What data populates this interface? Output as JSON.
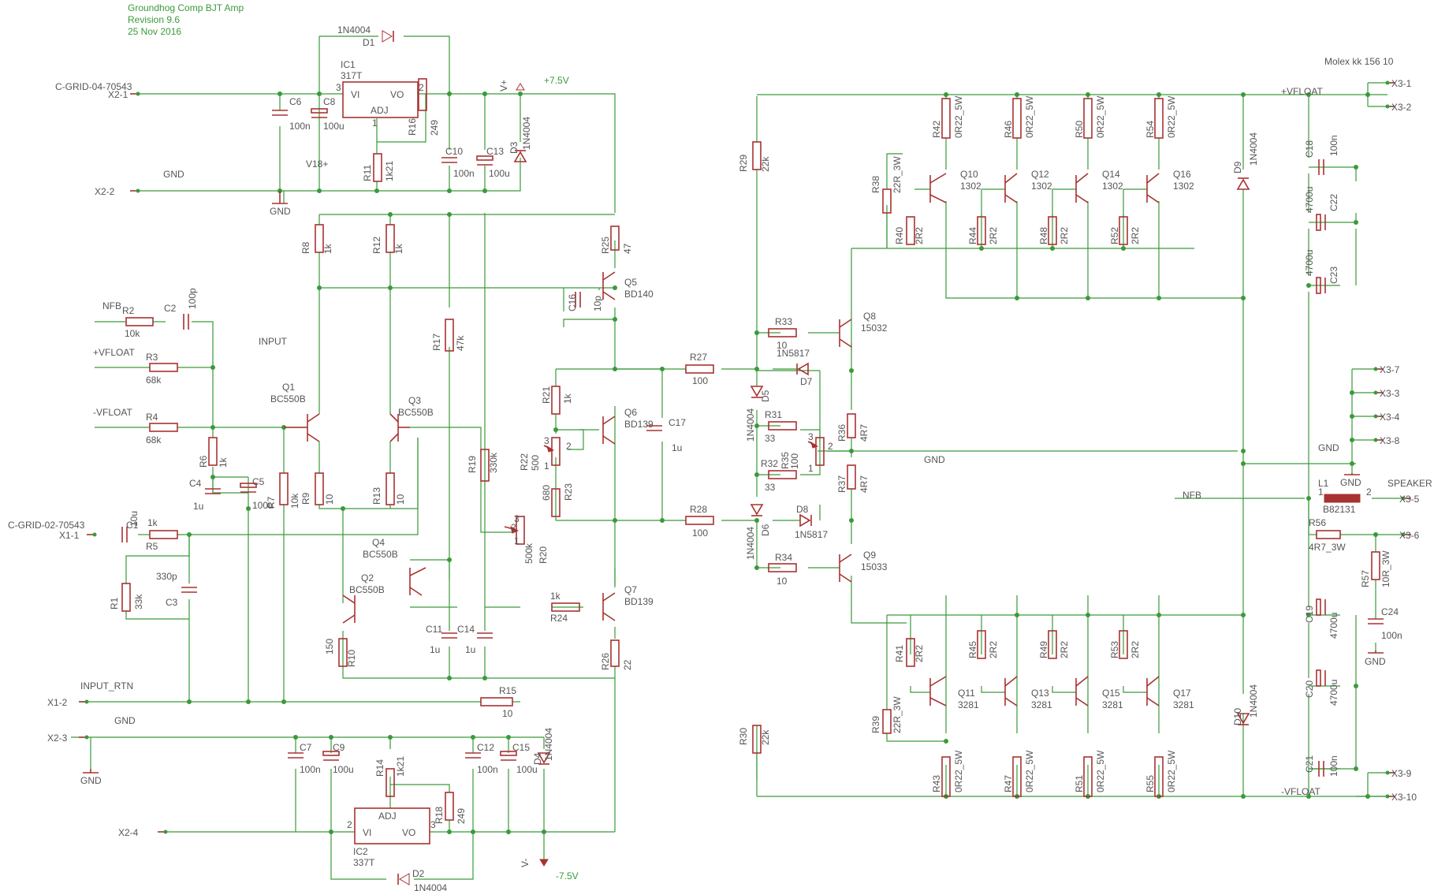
{
  "header": {
    "title": "Groundhog Comp BJT Amp",
    "revision": "Revision 9.6",
    "date": "25 Nov 2016",
    "connector": "Molex kk 156 10"
  },
  "colors": {
    "wire": "#3a9a3a",
    "symbol": "#a83232",
    "text": "#555555"
  },
  "nets": {
    "vplus_rail": "+7.5V",
    "vminus_rail": "-7.5V",
    "vplus": "V+",
    "vminus": "V-",
    "v18": "V18+",
    "gnd": "GND",
    "input": "INPUT",
    "input_rtn": "INPUT_RTN",
    "nfb": "NFB",
    "vfloat_pos": "+VFLOAT",
    "vfloat_neg": "-VFLOAT",
    "speaker": "SPEAKER",
    "cgrid4": "C-GRID-04-70543",
    "cgrid2": "C-GRID-02-70543"
  },
  "ports": {
    "x2_1": "X2-1",
    "x2_2": "X2-2",
    "x2_3": "X2-3",
    "x2_4": "X2-4",
    "x1_1": "X1-1",
    "x1_2": "X1-2",
    "x3_1": "X3-1",
    "x3_2": "X3-2",
    "x3_3": "X3-3",
    "x3_4": "X3-4",
    "x3_5": "X3-5",
    "x3_6": "X3-6",
    "x3_7": "X3-7",
    "x3_8": "X3-8",
    "x3_9": "X3-9",
    "x3_10": "X3-10"
  },
  "parts": {
    "ic1": {
      "name": "IC1",
      "value": "317T",
      "vi": "VI",
      "vo": "VO",
      "adj": "ADJ"
    },
    "ic2": {
      "name": "IC2",
      "value": "337T",
      "vi": "VI",
      "vo": "VO",
      "adj": "ADJ"
    },
    "d1": {
      "name": "D1",
      "value": "1N4004"
    },
    "d2": {
      "name": "D2",
      "value": "1N4004"
    },
    "d3": {
      "name": "D3",
      "value": "1N4004"
    },
    "d4": {
      "name": "D4",
      "value": "1N4004"
    },
    "d5": {
      "name": "D5",
      "value": "1N4004"
    },
    "d6": {
      "name": "D6",
      "value": "1N4004"
    },
    "d7": {
      "name": "D7",
      "value": "1N5817"
    },
    "d8": {
      "name": "D8",
      "value": "1N5817"
    },
    "d9": {
      "name": "D9",
      "value": "1N4004"
    },
    "d10": {
      "name": "D10",
      "value": "1N4004"
    },
    "c1": {
      "name": "C1",
      "value": "10u"
    },
    "c2": {
      "name": "C2",
      "value": "100p"
    },
    "c3": {
      "name": "C3",
      "value": "330p"
    },
    "c4": {
      "name": "C4",
      "value": "1u"
    },
    "c5": {
      "name": "C5",
      "value": "100u"
    },
    "c6": {
      "name": "C6",
      "value": "100n"
    },
    "c7": {
      "name": "C7",
      "value": "100n"
    },
    "c8": {
      "name": "C8",
      "value": "100u"
    },
    "c9": {
      "name": "C9",
      "value": "100u"
    },
    "c10": {
      "name": "C10",
      "value": "100n"
    },
    "c11": {
      "name": "C11",
      "value": "1u"
    },
    "c12": {
      "name": "C12",
      "value": "100n"
    },
    "c13": {
      "name": "C13",
      "value": "100u"
    },
    "c14": {
      "name": "C14",
      "value": "1u"
    },
    "c15": {
      "name": "C15",
      "value": "100u"
    },
    "c16": {
      "name": "C16",
      "value": "10p"
    },
    "c17": {
      "name": "C17",
      "value": "1u"
    },
    "c18": {
      "name": "C18",
      "value": "100n"
    },
    "c19": {
      "name": "C19",
      "value": "4700u"
    },
    "c20": {
      "name": "C20",
      "value": "4700u"
    },
    "c21": {
      "name": "C21",
      "value": "100n"
    },
    "c22": {
      "name": "C22",
      "value": "4700u"
    },
    "c23": {
      "name": "C23",
      "value": "4700u"
    },
    "c24": {
      "name": "C24",
      "value": "100n"
    },
    "r1": {
      "name": "R1",
      "value": "33k"
    },
    "r2": {
      "name": "R2",
      "value": "10k"
    },
    "r3": {
      "name": "R3",
      "value": "68k"
    },
    "r4": {
      "name": "R4",
      "value": "68k"
    },
    "r5": {
      "name": "R5",
      "value": "1k"
    },
    "r6": {
      "name": "R6",
      "value": "1k"
    },
    "r7": {
      "name": "R7",
      "value": "10k"
    },
    "r8": {
      "name": "R8",
      "value": "1k"
    },
    "r9": {
      "name": "R9",
      "value": "10"
    },
    "r10": {
      "name": "R10",
      "value": "150"
    },
    "r11": {
      "name": "R11",
      "value": "1k21"
    },
    "r12": {
      "name": "R12",
      "value": "1k"
    },
    "r13": {
      "name": "R13",
      "value": "10"
    },
    "r14": {
      "name": "R14",
      "value": "1k21"
    },
    "r15": {
      "name": "R15",
      "value": "10"
    },
    "r16": {
      "name": "R16",
      "value": "249"
    },
    "r17": {
      "name": "R17",
      "value": "47k"
    },
    "r18": {
      "name": "R18",
      "value": "249"
    },
    "r19": {
      "name": "R19",
      "value": "330k"
    },
    "r20": {
      "name": "R20",
      "value": "500k"
    },
    "r21": {
      "name": "R21",
      "value": "1k"
    },
    "r22": {
      "name": "R22",
      "value": "500"
    },
    "r23": {
      "name": "R23",
      "value": "680"
    },
    "r24": {
      "name": "R24",
      "value": "1k"
    },
    "r25": {
      "name": "R25",
      "value": "47"
    },
    "r26": {
      "name": "R26",
      "value": "22"
    },
    "r27": {
      "name": "R27",
      "value": "100"
    },
    "r28": {
      "name": "R28",
      "value": "100"
    },
    "r29": {
      "name": "R29",
      "value": "22k"
    },
    "r30": {
      "name": "R30",
      "value": "22k"
    },
    "r31": {
      "name": "R31",
      "value": "33"
    },
    "r32": {
      "name": "R32",
      "value": "33"
    },
    "r33": {
      "name": "R33",
      "value": "10"
    },
    "r34": {
      "name": "R34",
      "value": "10"
    },
    "r35": {
      "name": "R35",
      "value": "100"
    },
    "r36": {
      "name": "R36",
      "value": "4R7"
    },
    "r37": {
      "name": "R37",
      "value": "4R7"
    },
    "r38": {
      "name": "R38",
      "value": "22R_3W"
    },
    "r39": {
      "name": "R39",
      "value": "22R_3W"
    },
    "r40": {
      "name": "R40",
      "value": "2R2"
    },
    "r41": {
      "name": "R41",
      "value": "2R2"
    },
    "r42": {
      "name": "R42",
      "value": "0R22_5W"
    },
    "r43": {
      "name": "R43",
      "value": "0R22_5W"
    },
    "r44": {
      "name": "R44",
      "value": "2R2"
    },
    "r45": {
      "name": "R45",
      "value": "2R2"
    },
    "r46": {
      "name": "R46",
      "value": "0R22_5W"
    },
    "r47": {
      "name": "R47",
      "value": "0R22_5W"
    },
    "r48": {
      "name": "R48",
      "value": "2R2"
    },
    "r49": {
      "name": "R49",
      "value": "2R2"
    },
    "r50": {
      "name": "R50",
      "value": "0R22_5W"
    },
    "r51": {
      "name": "R51",
      "value": "0R22_5W"
    },
    "r52": {
      "name": "R52",
      "value": "2R2"
    },
    "r53": {
      "name": "R53",
      "value": "2R2"
    },
    "r54": {
      "name": "R54",
      "value": "0R22_5W"
    },
    "r55": {
      "name": "R55",
      "value": "0R22_5W"
    },
    "r56": {
      "name": "R56",
      "value": "4R7_3W"
    },
    "r57": {
      "name": "R57",
      "value": "10R_3W"
    },
    "q1": {
      "name": "Q1",
      "value": "BC550B"
    },
    "q2": {
      "name": "Q2",
      "value": "BC550B"
    },
    "q3": {
      "name": "Q3",
      "value": "BC550B"
    },
    "q4": {
      "name": "Q4",
      "value": "BC550B"
    },
    "q5": {
      "name": "Q5",
      "value": "BD140"
    },
    "q6": {
      "name": "Q6",
      "value": "BD139"
    },
    "q7": {
      "name": "Q7",
      "value": "BD139"
    },
    "q8": {
      "name": "Q8",
      "value": "15032"
    },
    "q9": {
      "name": "Q9",
      "value": "15033"
    },
    "q10": {
      "name": "Q10",
      "value": "1302"
    },
    "q11": {
      "name": "Q11",
      "value": "3281"
    },
    "q12": {
      "name": "Q12",
      "value": "1302"
    },
    "q13": {
      "name": "Q13",
      "value": "3281"
    },
    "q14": {
      "name": "Q14",
      "value": "1302"
    },
    "q15": {
      "name": "Q15",
      "value": "3281"
    },
    "q16": {
      "name": "Q16",
      "value": "1302"
    },
    "q17": {
      "name": "Q17",
      "value": "3281"
    },
    "l1": {
      "name": "L1",
      "value": "B82131"
    }
  },
  "pins": {
    "p1": "1",
    "p2": "2",
    "p3": "3"
  }
}
